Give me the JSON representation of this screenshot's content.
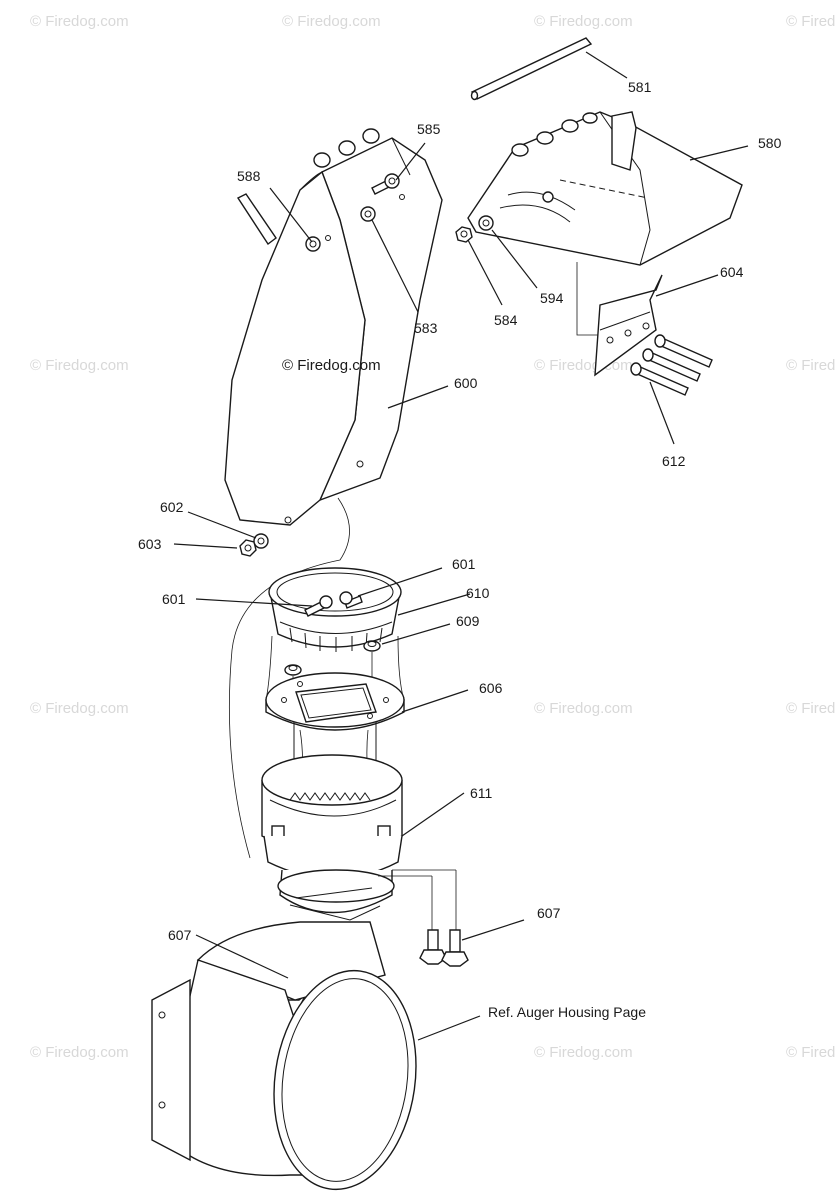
{
  "watermark": "© Firedog.com",
  "center_watermark": "© Firedog.com",
  "reference_note": "Ref. Auger Housing Page",
  "callouts": {
    "c581": "581",
    "c580": "580",
    "c585": "585",
    "c588": "588",
    "c583": "583",
    "c584": "584",
    "c594": "594",
    "c604": "604",
    "c612": "612",
    "c600": "600",
    "c602": "602",
    "c603": "603",
    "c601a": "601",
    "c601b": "601",
    "c610": "610",
    "c609": "609",
    "c606": "606",
    "c611": "611",
    "c607a": "607",
    "c607b": "607"
  }
}
